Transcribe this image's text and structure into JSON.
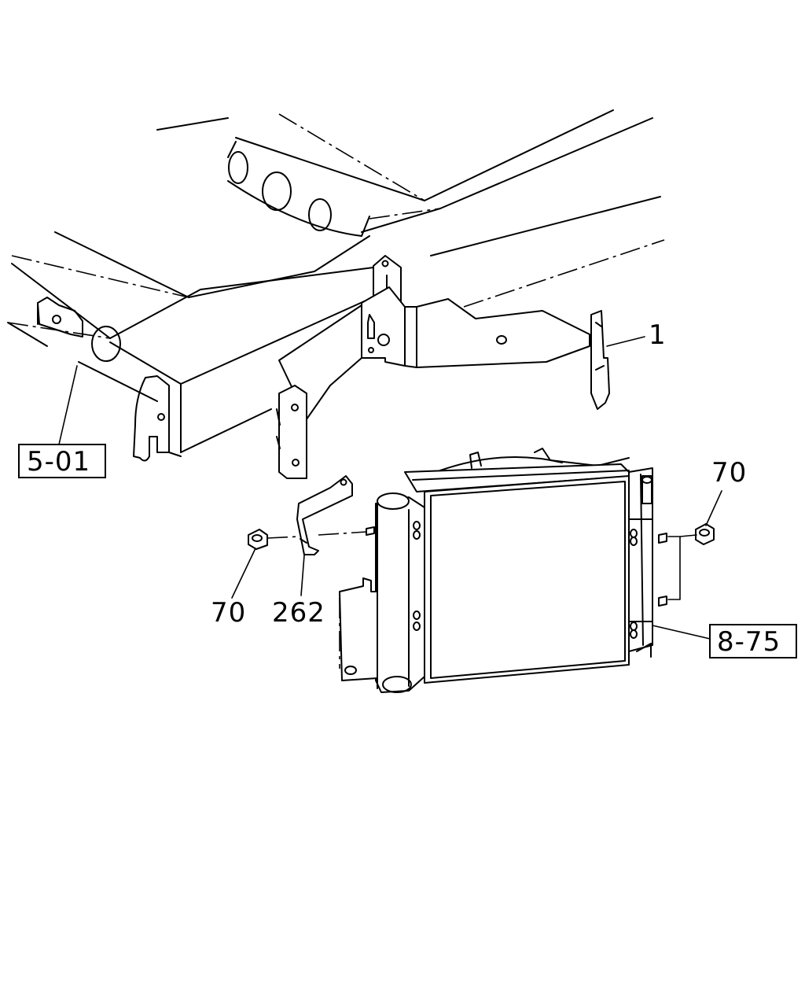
{
  "callouts": {
    "part_1": "1",
    "ref_5_01": "5-01",
    "nut_right": "70",
    "nut_left": "70",
    "part_262": "262",
    "ref_8_75": "8-75"
  }
}
